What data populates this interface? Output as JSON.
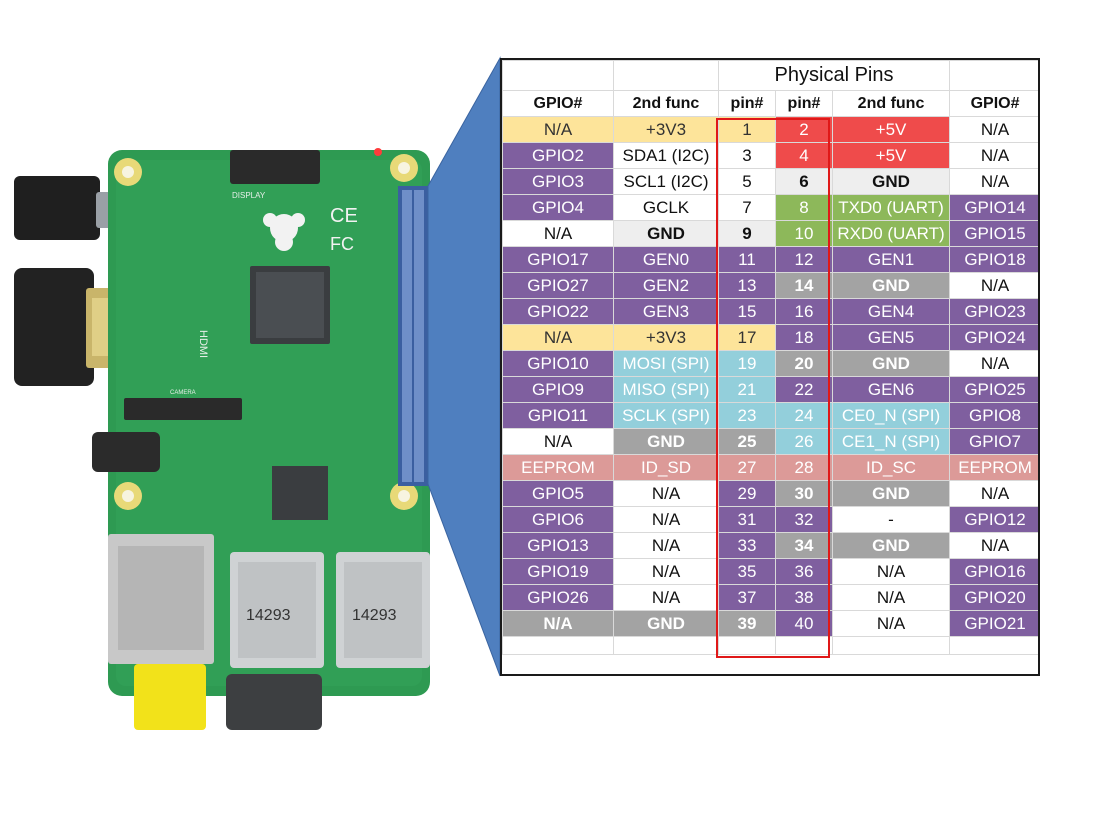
{
  "table": {
    "title": "Physical Pins",
    "headers": [
      "GPIO#",
      "2nd func",
      "pin#",
      "pin#",
      "2nd func",
      "GPIO#"
    ],
    "rows": [
      [
        [
          "N/A",
          "yellow"
        ],
        [
          "+3V3",
          "yellow"
        ],
        [
          "1",
          "yellow"
        ],
        [
          "2",
          "red"
        ],
        [
          "+5V",
          "red"
        ],
        [
          "N/A",
          "white"
        ]
      ],
      [
        [
          "GPIO2",
          "purple"
        ],
        [
          "SDA1 (I2C)",
          "white"
        ],
        [
          "3",
          "white"
        ],
        [
          "4",
          "red"
        ],
        [
          "+5V",
          "red"
        ],
        [
          "N/A",
          "white"
        ]
      ],
      [
        [
          "GPIO3",
          "purple"
        ],
        [
          "SCL1 (I2C)",
          "white"
        ],
        [
          "5",
          "white"
        ],
        [
          "6",
          "ltgrey"
        ],
        [
          "GND",
          "ltgrey"
        ],
        [
          "N/A",
          "white"
        ]
      ],
      [
        [
          "GPIO4",
          "purple"
        ],
        [
          "GCLK",
          "white"
        ],
        [
          "7",
          "white"
        ],
        [
          "8",
          "green"
        ],
        [
          "TXD0 (UART)",
          "green"
        ],
        [
          "GPIO14",
          "purple"
        ]
      ],
      [
        [
          "N/A",
          "white"
        ],
        [
          "GND",
          "ltgrey"
        ],
        [
          "9",
          "ltgrey"
        ],
        [
          "10",
          "green"
        ],
        [
          "RXD0 (UART)",
          "green"
        ],
        [
          "GPIO15",
          "purple"
        ]
      ],
      [
        [
          "GPIO17",
          "purple"
        ],
        [
          "GEN0",
          "purple"
        ],
        [
          "11",
          "purple"
        ],
        [
          "12",
          "purple"
        ],
        [
          "GEN1",
          "purple"
        ],
        [
          "GPIO18",
          "purple"
        ]
      ],
      [
        [
          "GPIO27",
          "purple"
        ],
        [
          "GEN2",
          "purple"
        ],
        [
          "13",
          "purple"
        ],
        [
          "14",
          "grey"
        ],
        [
          "GND",
          "grey"
        ],
        [
          "N/A",
          "white"
        ]
      ],
      [
        [
          "GPIO22",
          "purple"
        ],
        [
          "GEN3",
          "purple"
        ],
        [
          "15",
          "purple"
        ],
        [
          "16",
          "purple"
        ],
        [
          "GEN4",
          "purple"
        ],
        [
          "GPIO23",
          "purple"
        ]
      ],
      [
        [
          "N/A",
          "yellow"
        ],
        [
          "+3V3",
          "yellow"
        ],
        [
          "17",
          "yellow"
        ],
        [
          "18",
          "purple"
        ],
        [
          "GEN5",
          "purple"
        ],
        [
          "GPIO24",
          "purple"
        ]
      ],
      [
        [
          "GPIO10",
          "purple"
        ],
        [
          "MOSI (SPI)",
          "cyan"
        ],
        [
          "19",
          "cyan"
        ],
        [
          "20",
          "grey"
        ],
        [
          "GND",
          "grey"
        ],
        [
          "N/A",
          "white"
        ]
      ],
      [
        [
          "GPIO9",
          "purple"
        ],
        [
          "MISO (SPI)",
          "cyan"
        ],
        [
          "21",
          "cyan"
        ],
        [
          "22",
          "purple"
        ],
        [
          "GEN6",
          "purple"
        ],
        [
          "GPIO25",
          "purple"
        ]
      ],
      [
        [
          "GPIO11",
          "purple"
        ],
        [
          "SCLK (SPI)",
          "cyan"
        ],
        [
          "23",
          "cyan"
        ],
        [
          "24",
          "cyan"
        ],
        [
          "CE0_N (SPI)",
          "cyan"
        ],
        [
          "GPIO8",
          "purple"
        ]
      ],
      [
        [
          "N/A",
          "white"
        ],
        [
          "GND",
          "grey"
        ],
        [
          "25",
          "grey"
        ],
        [
          "26",
          "cyan"
        ],
        [
          "CE1_N (SPI)",
          "cyan"
        ],
        [
          "GPIO7",
          "purple"
        ]
      ],
      [
        [
          "EEPROM",
          "salmon"
        ],
        [
          "ID_SD",
          "salmon"
        ],
        [
          "27",
          "salmon"
        ],
        [
          "28",
          "salmon"
        ],
        [
          "ID_SC",
          "salmon"
        ],
        [
          "EEPROM",
          "salmon"
        ]
      ],
      [
        [
          "GPIO5",
          "purple"
        ],
        [
          "N/A",
          "white"
        ],
        [
          "29",
          "purple"
        ],
        [
          "30",
          "grey"
        ],
        [
          "GND",
          "grey"
        ],
        [
          "N/A",
          "white"
        ]
      ],
      [
        [
          "GPIO6",
          "purple"
        ],
        [
          "N/A",
          "white"
        ],
        [
          "31",
          "purple"
        ],
        [
          "32",
          "purple"
        ],
        [
          "-",
          "white"
        ],
        [
          "GPIO12",
          "purple"
        ]
      ],
      [
        [
          "GPIO13",
          "purple"
        ],
        [
          "N/A",
          "white"
        ],
        [
          "33",
          "purple"
        ],
        [
          "34",
          "grey"
        ],
        [
          "GND",
          "grey"
        ],
        [
          "N/A",
          "white"
        ]
      ],
      [
        [
          "GPIO19",
          "purple"
        ],
        [
          "N/A",
          "white"
        ],
        [
          "35",
          "purple"
        ],
        [
          "36",
          "purple"
        ],
        [
          "N/A",
          "white"
        ],
        [
          "GPIO16",
          "purple"
        ]
      ],
      [
        [
          "GPIO26",
          "purple"
        ],
        [
          "N/A",
          "white"
        ],
        [
          "37",
          "purple"
        ],
        [
          "38",
          "purple"
        ],
        [
          "N/A",
          "white"
        ],
        [
          "GPIO20",
          "purple"
        ]
      ],
      [
        [
          "N/A",
          "grey"
        ],
        [
          "GND",
          "grey"
        ],
        [
          "39",
          "grey"
        ],
        [
          "40",
          "purple"
        ],
        [
          "N/A",
          "white"
        ],
        [
          "GPIO21",
          "purple"
        ]
      ]
    ]
  },
  "board": {
    "labels": {
      "display": "DISPLAY",
      "hdmi": "HDMI",
      "camera": "CAMERA",
      "usb_code_1": "14293",
      "usb_code_2": "14293"
    }
  },
  "colors": {
    "callout": "#4f7fbf",
    "highlight": "#e01818",
    "pcb": "#2e9a52"
  }
}
